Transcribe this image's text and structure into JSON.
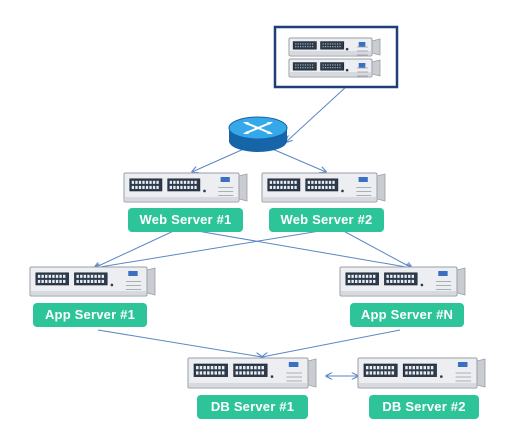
{
  "colors": {
    "label_bg": "#2ec49a",
    "label_text": "#ffffff",
    "connector": "#5b86c6",
    "rack_frame": "#1f3f7a",
    "router": "#1e88d6"
  },
  "icons": {
    "router": "router-icon",
    "server": "server-switch-icon",
    "rack": "rack-enclosure-icon"
  },
  "nodes": {
    "web1": {
      "label": "Web Server #1"
    },
    "web2": {
      "label": "Web Server #2"
    },
    "app1": {
      "label": "App Server #1"
    },
    "appN": {
      "label": "App Server #N"
    },
    "db1": {
      "label": "DB Server #1"
    },
    "db2": {
      "label": "DB Server #2"
    }
  }
}
